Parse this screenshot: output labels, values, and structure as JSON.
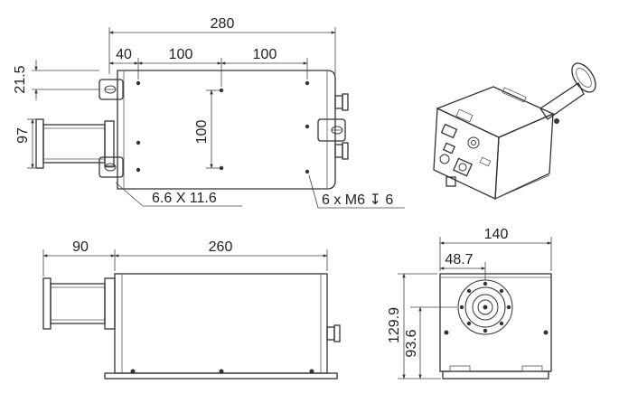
{
  "dimensions": {
    "top_length": "280",
    "top_seg_1": "40",
    "top_seg_2": "100",
    "top_seg_3": "100",
    "left_offset": "21.5",
    "left_height": "97",
    "hole_pitch_vertical": "100",
    "front_flange_length": "90",
    "front_body_length": "260",
    "side_width": "140",
    "side_offset": "48.7",
    "side_height": "129.9",
    "side_center_height": "93.6"
  },
  "notes": {
    "slot_spec": "6.6 X 11.6",
    "tap_spec": "6 x M6 ↧ 6"
  }
}
